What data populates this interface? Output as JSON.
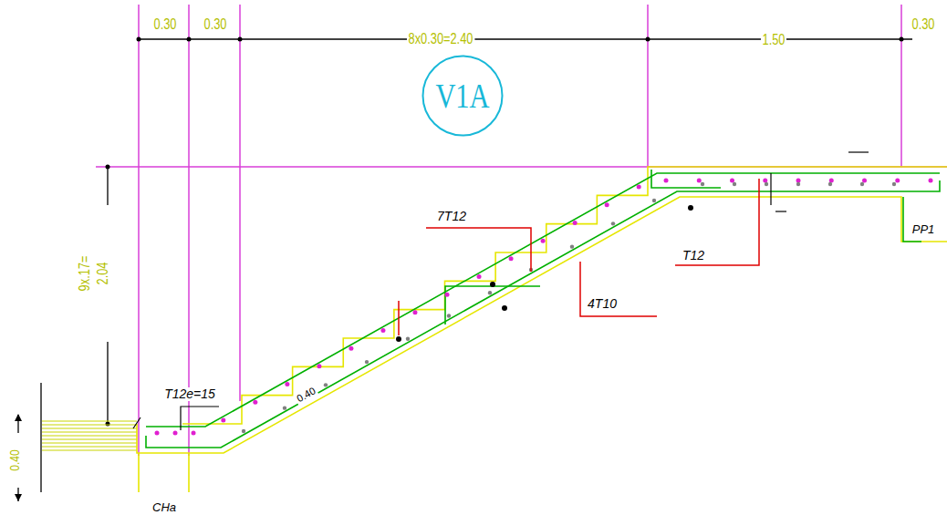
{
  "diagram": {
    "nodes": [
      {
        "text": [
          "V1A"
        ]
      }
    ],
    "labels": [
      "0.30",
      "0.30",
      "8x0.30=2.40",
      "1.50",
      "0.30",
      "9x.17=",
      "2.04",
      "0.40",
      "T12e=15",
      "0.40",
      "7T12",
      "4T10",
      "T12",
      "PP1",
      "CHa"
    ]
  }
}
